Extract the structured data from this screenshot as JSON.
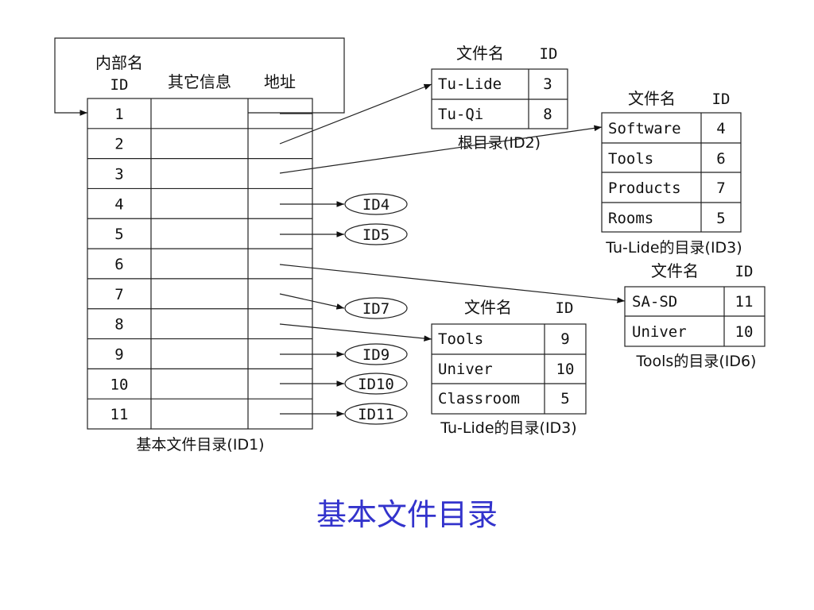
{
  "main_table": {
    "header_internal": "内部名",
    "header_id": "ID",
    "header_other": "其它信息",
    "header_addr": "地址",
    "rows": [
      "1",
      "2",
      "3",
      "4",
      "5",
      "6",
      "7",
      "8",
      "9",
      "10",
      "11"
    ],
    "caption": "基本文件目录(ID1)"
  },
  "ovals": {
    "id4": "ID4",
    "id5": "ID5",
    "id7": "ID7",
    "id9": "ID9",
    "id10": "ID10",
    "id11": "ID11"
  },
  "root_dir": {
    "h_name": "文件名",
    "h_id": "ID",
    "rows": [
      {
        "name": "Tu-Lide",
        "id": "3"
      },
      {
        "name": "Tu-Qi",
        "id": "8"
      }
    ],
    "caption": "根目录(ID2)"
  },
  "tulide_dir_a": {
    "h_name": "文件名",
    "h_id": "ID",
    "rows": [
      {
        "name": "Software",
        "id": "4"
      },
      {
        "name": "Tools",
        "id": "6"
      },
      {
        "name": "Products",
        "id": "7"
      },
      {
        "name": "Rooms",
        "id": "5"
      }
    ],
    "caption": "Tu-Lide的目录(ID3)"
  },
  "tools_dir": {
    "h_name": "文件名",
    "h_id": "ID",
    "rows": [
      {
        "name": "SA-SD",
        "id": "11"
      },
      {
        "name": "Univer",
        "id": "10"
      }
    ],
    "caption": "Tools的目录(ID6)"
  },
  "tulide_dir_b": {
    "h_name": "文件名",
    "h_id": "ID",
    "rows": [
      {
        "name": "Tools",
        "id": "9"
      },
      {
        "name": "Univer",
        "id": "10"
      },
      {
        "name": "Classroom",
        "id": "5"
      }
    ],
    "caption": "Tu-Lide的目录(ID3)"
  },
  "title": "基本文件目录",
  "colors": {
    "title": "#3333cc",
    "line": "#222222"
  }
}
